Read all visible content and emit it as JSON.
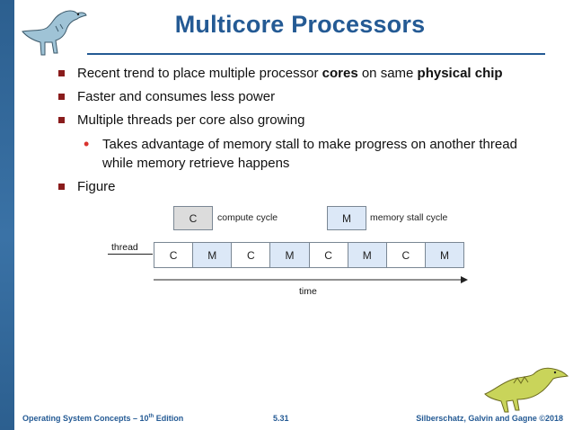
{
  "title": "Multicore Processors",
  "bullets": [
    {
      "pre": "Recent trend to place multiple processor ",
      "bold1": "cores",
      "mid": " on same ",
      "bold2": "physical chip"
    },
    {
      "text": "Faster and consumes less power"
    },
    {
      "text": "Multiple threads per core also growing"
    },
    {
      "sub_line1": "Takes advantage of memory stall to make progress on another thread",
      "sub_line2": "while memory retrieve happens"
    },
    {
      "text": "Figure"
    }
  ],
  "figure": {
    "legend": [
      {
        "box": "C",
        "label": "compute cycle"
      },
      {
        "box": "M",
        "label": "memory stall cycle"
      }
    ],
    "thread_label": "thread",
    "cycles": [
      "C",
      "M",
      "C",
      "M",
      "C",
      "M",
      "C",
      "M"
    ],
    "time_label": "time"
  },
  "footer": {
    "left_pre": "Operating System Concepts – 10",
    "left_sup": "th",
    "left_post": " Edition",
    "page": "5.31",
    "right": "Silberschatz, Galvin and Gagne ©2018"
  },
  "colors": {
    "title": "#245a94",
    "left_bar": "#2c5f8f",
    "bullet_square": "#8a1c1c",
    "sub_bullet_dot": "#d9332e",
    "memory_cell": "#dce8f7",
    "compute_legend": "#dcdcdc"
  },
  "icons": [
    "dinosaur-logo-icon",
    "dinosaur-footer-icon"
  ]
}
